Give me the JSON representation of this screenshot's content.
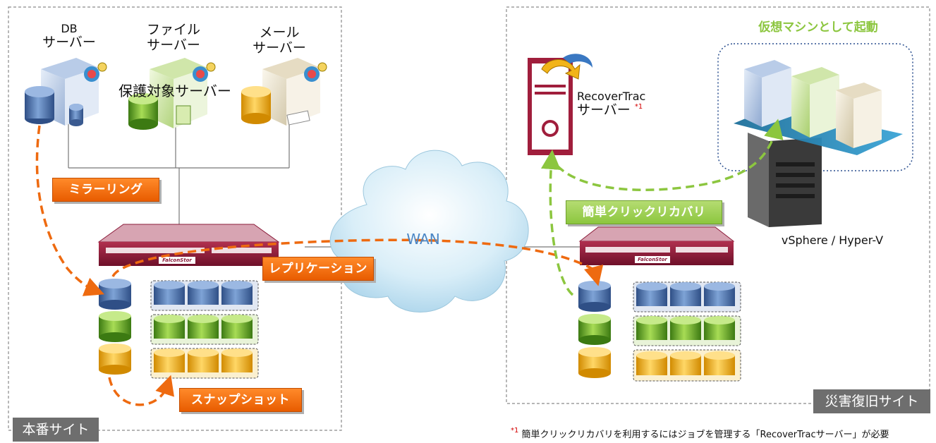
{
  "prod_site": {
    "label": "本番サイト",
    "servers": [
      {
        "label_line1": "DB",
        "label_line2": "サーバー"
      },
      {
        "label_line1": "ファイル",
        "label_line2": "サーバー"
      },
      {
        "label_line1": "メール",
        "label_line2": "サーバー"
      }
    ],
    "protected_label": "保護対象サーバー",
    "mirroring_label": "ミラーリング",
    "replication_label": "レプリケーション",
    "snapshot_label": "スナップショット",
    "appliance_brand": "FalconStor"
  },
  "network": {
    "wan_label": "WAN"
  },
  "dr_site": {
    "label": "災害復旧サイト",
    "vm_boot_label": "仮想マシンとして起動",
    "recovertrac_label_line1": "RecoverTrac",
    "recovertrac_label_line2": "サーバー",
    "recovertrac_note_mark": "*1",
    "easy_recovery_label": "簡単クリックリカバリ",
    "hypervisor_label": "vSphere / Hyper-V",
    "appliance_brand": "FalconStor"
  },
  "footnote": {
    "mark": "*1",
    "text": "簡単クリックリカバリを利用するにはジョブを管理する「RecoverTracサーバー」が必要"
  },
  "colors": {
    "orange_accent": "#ee6a10",
    "green_accent": "#8cc63f",
    "appliance_red": "#8b1c3a",
    "site_label_gray": "#6e6e6e",
    "disk_blue": "#5a7fb8",
    "disk_green": "#7ab52e",
    "disk_yellow": "#f2b418"
  },
  "icons": [
    "db-server-icon",
    "file-server-icon",
    "mail-server-icon",
    "recovertrac-server-icon",
    "wan-cloud-icon",
    "storage-appliance-icon",
    "disk-icon",
    "vm-host-icon",
    "physical-server-icon"
  ]
}
